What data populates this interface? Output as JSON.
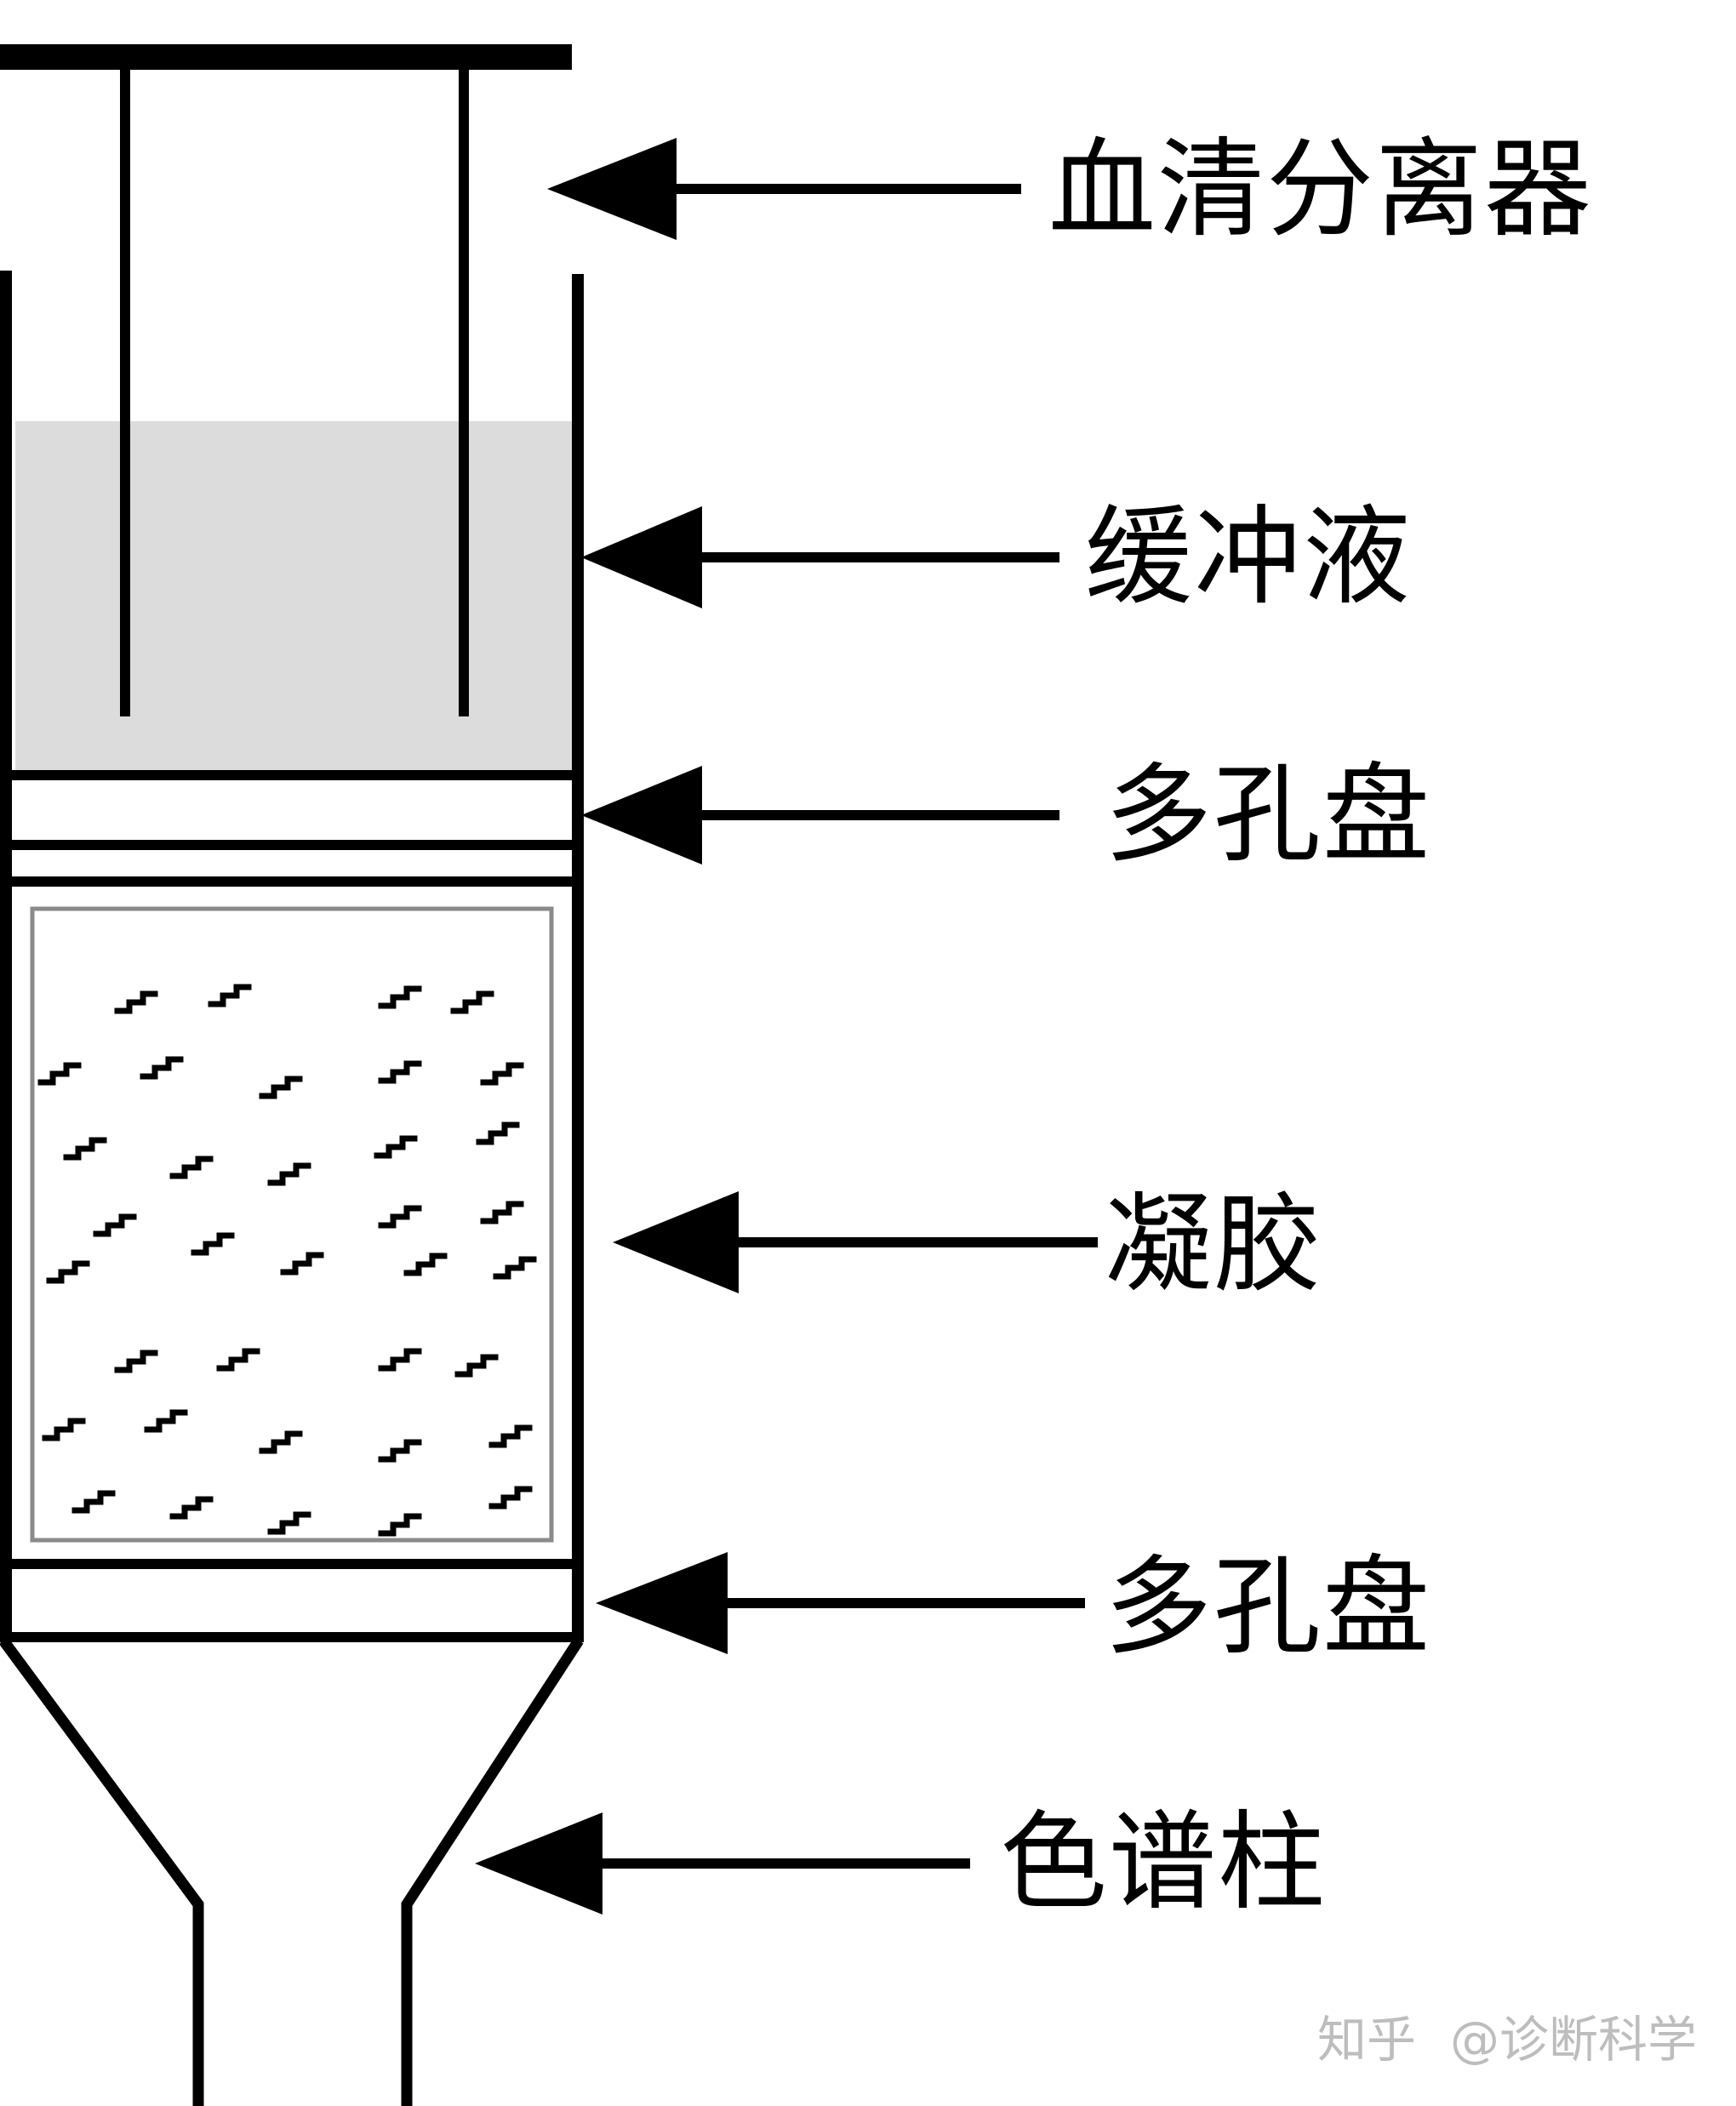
{
  "labels": {
    "serum_separator": "血清分离器",
    "buffer": "缓冲液",
    "porous_disc_top": "多孔盘",
    "gel": "凝胶",
    "porous_disc_bottom": "多孔盘",
    "column": "色谱柱"
  },
  "watermark": {
    "site": "知乎",
    "author": "@诊断科学"
  },
  "colors": {
    "line": "#000000",
    "buffer_fill": "#dcdcdc",
    "gel_border": "#8a8a8a",
    "watermark": "#bdbdbd"
  }
}
